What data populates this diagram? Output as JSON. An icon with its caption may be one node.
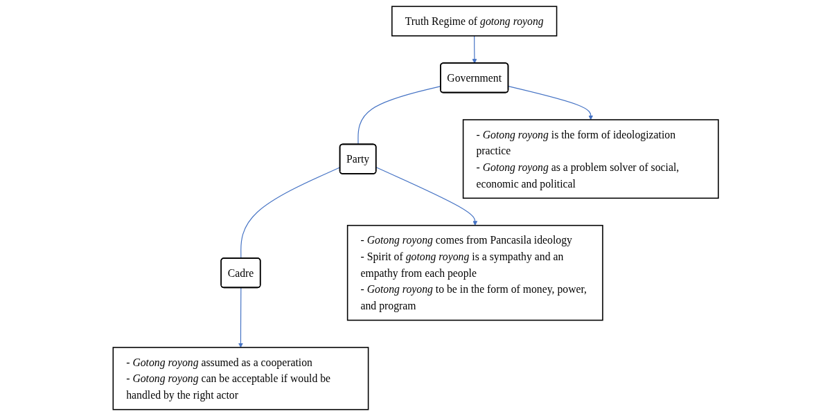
{
  "diagram": {
    "nodes": [
      {
        "text": [
          "Truth Regime of *gotong royong*"
        ]
      },
      {
        "text": [
          "Government"
        ]
      },
      {
        "text": [
          "- *Gotong royong* is the form of ideologization practice",
          "- *Gotong royong* as a problem solver of social, economic and political"
        ]
      },
      {
        "text": [
          "Party"
        ]
      },
      {
        "text": [
          "- *Gotong royong* comes from Pancasila ideology",
          "- Spirit of *gotong royong* is a sympathy and an empathy from each people",
          "- *Gotong royong* to be in the form of money, power, and program"
        ]
      },
      {
        "text": [
          "Cadre"
        ]
      },
      {
        "text": [
          "- *Gotong royong* assumed as a cooperation",
          "- *Gotong royong* can be acceptable if would be handled by the right actor"
        ]
      }
    ],
    "edges": [
      {
        "from": 0,
        "to": 1,
        "arrow": "to"
      },
      {
        "from": 1,
        "to": 2,
        "arrow": "to"
      },
      {
        "from": 1,
        "to": 3,
        "arrow": "none"
      },
      {
        "from": 3,
        "to": 4,
        "arrow": "to"
      },
      {
        "from": 3,
        "to": 5,
        "arrow": "none"
      },
      {
        "from": 5,
        "to": 6,
        "arrow": "to"
      }
    ]
  }
}
